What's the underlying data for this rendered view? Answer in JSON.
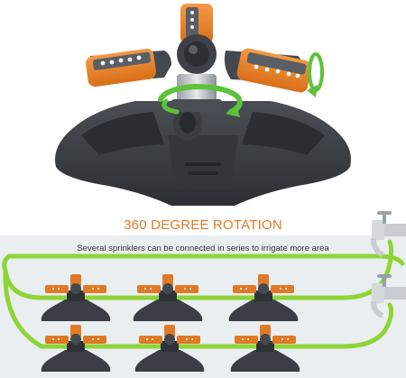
{
  "headline": "360 DEGREE ROTATION",
  "subtitle": "Several sprinklers can be connected in series to irrigate more area",
  "colors": {
    "accent": "#e07a26",
    "base": "#3b3f45",
    "hose": "#8fd436",
    "arrow": "#5cc23a",
    "panel": "#e9eef1"
  },
  "icons": [
    "sprinkler-image",
    "rotation-arrow-icon",
    "water-faucet-icon"
  ]
}
